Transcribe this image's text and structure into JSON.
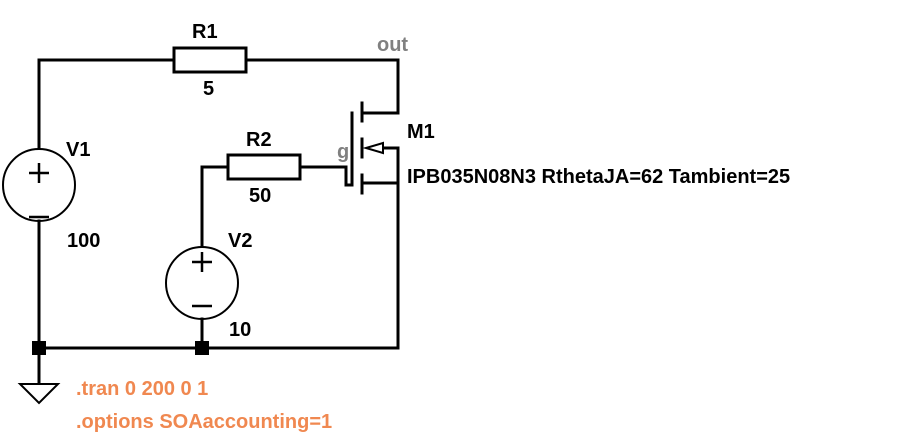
{
  "schematic": {
    "colors": {
      "wire": "#000000",
      "net_label": "#808080",
      "directive": "#f08850"
    },
    "components": {
      "R1": {
        "name": "R1",
        "value": "5"
      },
      "R2": {
        "name": "R2",
        "value": "50"
      },
      "V1": {
        "name": "V1",
        "value": "100"
      },
      "V2": {
        "name": "V2",
        "value": "10"
      },
      "M1": {
        "name": "M1",
        "value": "IPB035N08N3 RthetaJA=62 Tambient=25"
      }
    },
    "net_labels": {
      "out": "out",
      "g": "g"
    },
    "directives": [
      ".tran 0 200 0 1",
      ".options SOAaccounting=1"
    ],
    "source_polarity": {
      "plus": "+",
      "minus": "−"
    }
  }
}
